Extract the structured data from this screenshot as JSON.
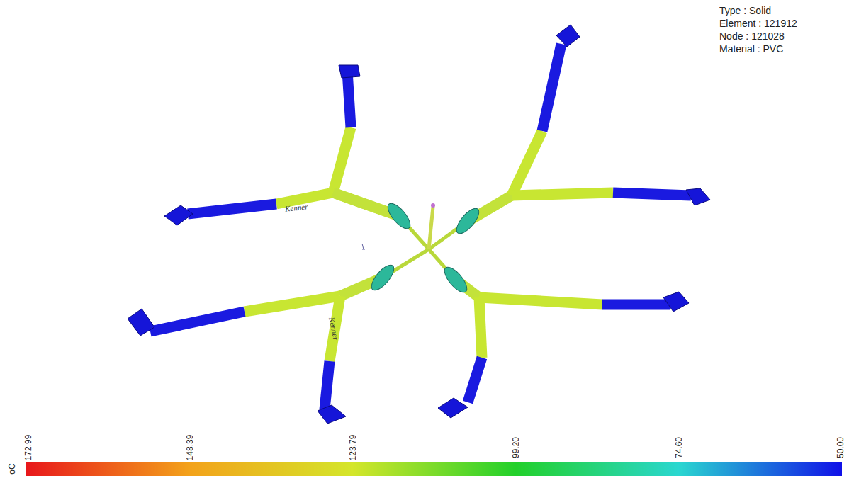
{
  "diagram": {
    "labels": [
      "Type : Solid",
      "Element : 121912",
      "Node : 121028",
      "Material : PVC",
      "Kenner",
      "Kenner",
      "172.99",
      "148.39",
      "123.79",
      "99.20",
      "74.60",
      "50.00",
      "oC"
    ]
  }
}
